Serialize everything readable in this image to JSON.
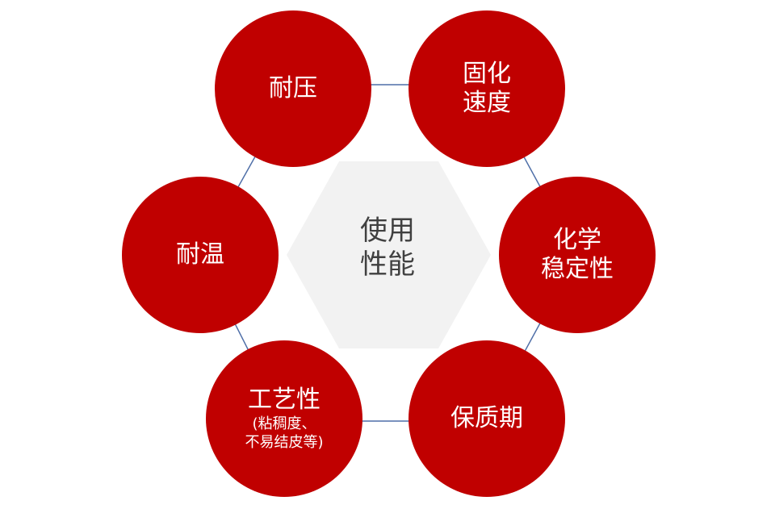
{
  "center": {
    "line1": "使用",
    "line2": "性能"
  },
  "nodes": {
    "pressure": {
      "line1": "耐压"
    },
    "curing": {
      "line1": "固化",
      "line2": "速度"
    },
    "chemical": {
      "line1": "化学",
      "line2": "稳定性"
    },
    "shelf": {
      "line1": "保质期"
    },
    "process": {
      "line1": "工艺性",
      "sub1": "(粘稠度、",
      "sub2": "不易结皮等)"
    },
    "temperature": {
      "line1": "耐温"
    }
  },
  "colors": {
    "node_fill": "#c00000",
    "hexagon_fill": "#f2f2f2",
    "connector": "#4f6fa8",
    "center_text": "#404040",
    "node_text": "#ffffff"
  }
}
